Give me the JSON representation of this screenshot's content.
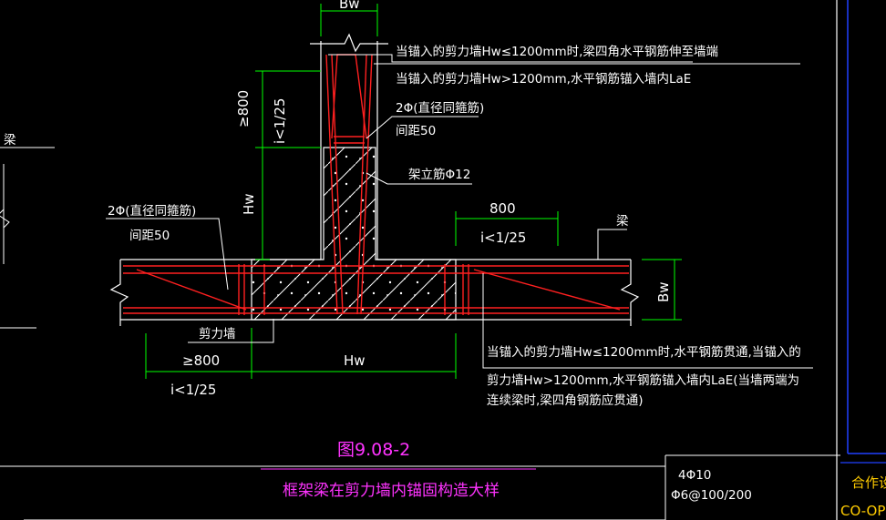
{
  "drawing": {
    "figure_number": "图9.08-2",
    "figure_title": "框架梁在剪力墙内锚固构造大样",
    "colors": {
      "background": "#000000",
      "outline": "#ffffff",
      "rebar": "#ff2020",
      "dimension": "#00ff00",
      "concrete_dots": "#ffffff",
      "caption": "#ff33ff",
      "title_block": "#2040ff",
      "title_block_text": "#ffcc00"
    },
    "dimensions": {
      "top_bw": "Bw",
      "vertical_min": "≥800",
      "vertical_slope": "i<1/25",
      "vertical_hw": "Hw",
      "right_800": "800",
      "right_slope": "i<1/25",
      "right_bw": "Bw",
      "bottom_min": "≥800",
      "bottom_slope": "i<1/25",
      "bottom_hw": "Hw"
    },
    "annotations": {
      "top_note_line1": "当锚入的剪力墙Hw≤1200mm时,梁四角水平钢筋伸至墙端",
      "top_note_line2": "当锚入的剪力墙Hw>1200mm,水平钢筋锚入墙内LaE",
      "stirrup_upper_line1": "2Φ(直径同箍筋)",
      "stirrup_upper_line2": "间距50",
      "vertical_bar": "架立筋Φ12",
      "stirrup_left_line1": "2Φ(直径同箍筋)",
      "stirrup_left_line2": "间距50",
      "beam_label": "梁",
      "left_beam_label": "梁",
      "shear_wall_label": "剪力墙",
      "bottom_note_line1": "当锚入的剪力墙Hw≤1200mm时,水平钢筋贯通,当锚入的",
      "bottom_note_line2": "剪力墙Hw>1200mm,水平钢筋锚入墙内LaE(当墙两端为",
      "bottom_note_line3": "连续梁时,梁四角钢筋应贯通)",
      "rebar_spec_line1": "4Φ10",
      "rebar_spec_line2": "Φ6@100/200"
    },
    "title_block": {
      "line1": "合作设",
      "line2": "CO-OP"
    }
  }
}
